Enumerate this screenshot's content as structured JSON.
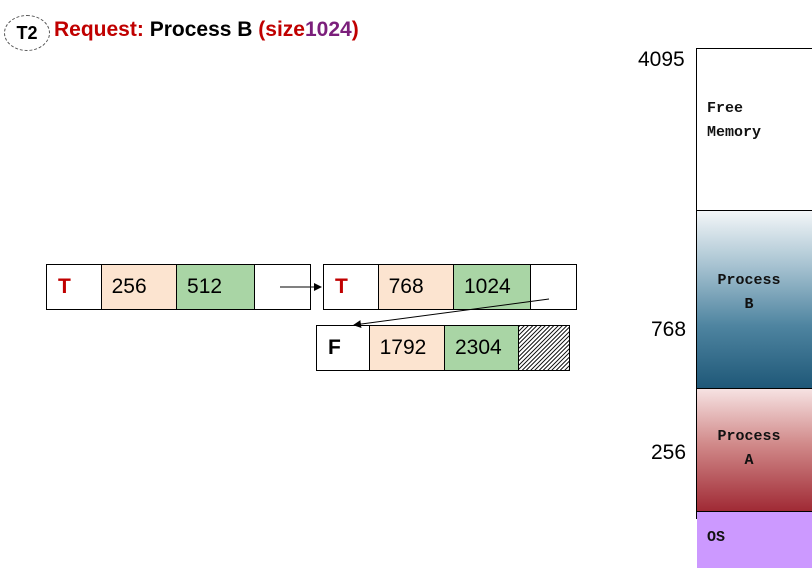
{
  "header": {
    "badge": "T2",
    "prefix": "Request:",
    "process": "Process B",
    "size_open": "(size",
    "size_value": "1024",
    "size_close": ")"
  },
  "list": {
    "node1": {
      "tag": "T",
      "start": "256",
      "size": "512"
    },
    "node2": {
      "tag": "T",
      "start": "768",
      "size": "1024"
    },
    "node3": {
      "tag": "F",
      "start": "1792",
      "size": "2304"
    }
  },
  "memory": {
    "addresses": {
      "top": "4095",
      "b_start": "768",
      "a_start": "256"
    },
    "segments": {
      "free": "Free\nMemory",
      "process_b": "Process\nB",
      "process_a": "Process\nA",
      "os": "OS"
    }
  },
  "colors": {
    "tag_red": "#c00000",
    "start_cell": "#fce4d0",
    "size_cell": "#a9d5a5",
    "os": "#cc99ff",
    "size_value": "#7b1f7b"
  }
}
